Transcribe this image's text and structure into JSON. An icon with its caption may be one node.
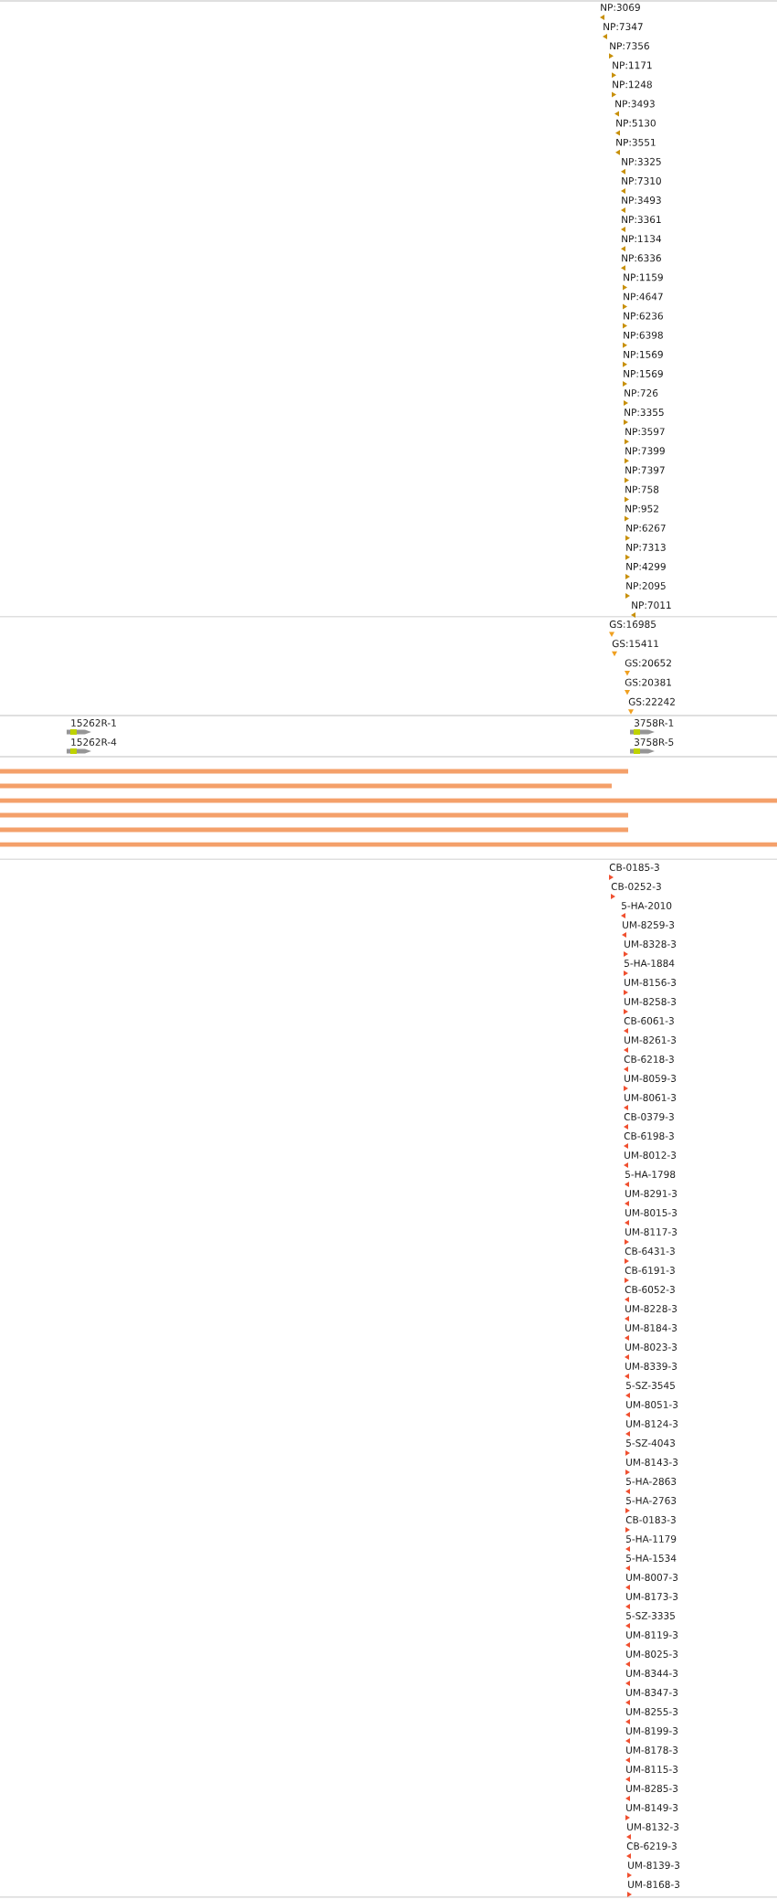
{
  "diagram": {
    "labels": [
      "NP:3069",
      "NP:7347",
      "NP:7356",
      "NP:1171",
      "NP:1248",
      "NP:3493",
      "NP:5130",
      "NP:3551",
      "NP:3325",
      "NP:7310",
      "NP:3493",
      "NP:3361",
      "NP:1134",
      "NP:6336",
      "NP:1159",
      "NP:4647",
      "NP:6236",
      "NP:6398",
      "NP:1569",
      "NP:1569",
      "NP:726",
      "NP:3355",
      "NP:3597",
      "NP:7399",
      "NP:7397",
      "NP:758",
      "NP:952",
      "NP:6267",
      "NP:7313",
      "NP:4299",
      "NP:2095",
      "NP:7011",
      "GS:16985",
      "GS:15411",
      "GS:20652",
      "GS:20381",
      "GS:22242",
      "15262R-1",
      "3758R-1",
      "15262R-4",
      "3758R-5",
      "CB-0185-3",
      "CB-0252-3",
      "5-HA-2010",
      "UM-8259-3",
      "UM-8328-3",
      "5-HA-1884",
      "UM-8156-3",
      "UM-8258-3",
      "CB-6061-3",
      "UM-8261-3",
      "CB-6218-3",
      "UM-8059-3",
      "UM-8061-3",
      "CB-0379-3",
      "CB-6198-3",
      "UM-8012-3",
      "5-HA-1798",
      "UM-8291-3",
      "UM-8015-3",
      "UM-8117-3",
      "CB-6431-3",
      "CB-6191-3",
      "CB-6052-3",
      "UM-8228-3",
      "UM-8184-3",
      "UM-8023-3",
      "UM-8339-3",
      "5-SZ-3545",
      "UM-8051-3",
      "UM-8124-3",
      "5-SZ-4043",
      "UM-8143-3",
      "5-HA-2863",
      "5-HA-2763",
      "CB-0183-3",
      "5-HA-1179",
      "5-HA-1534",
      "UM-8007-3",
      "UM-8173-3",
      "5-SZ-3335",
      "UM-8119-3",
      "UM-8025-3",
      "UM-8344-3",
      "UM-8347-3",
      "UM-8255-3",
      "UM-8199-3",
      "UM-8178-3",
      "UM-8115-3",
      "UM-8285-3",
      "UM-8149-3",
      "UM-8132-3",
      "CB-6219-3",
      "UM-8139-3",
      "UM-8168-3"
    ]
  }
}
